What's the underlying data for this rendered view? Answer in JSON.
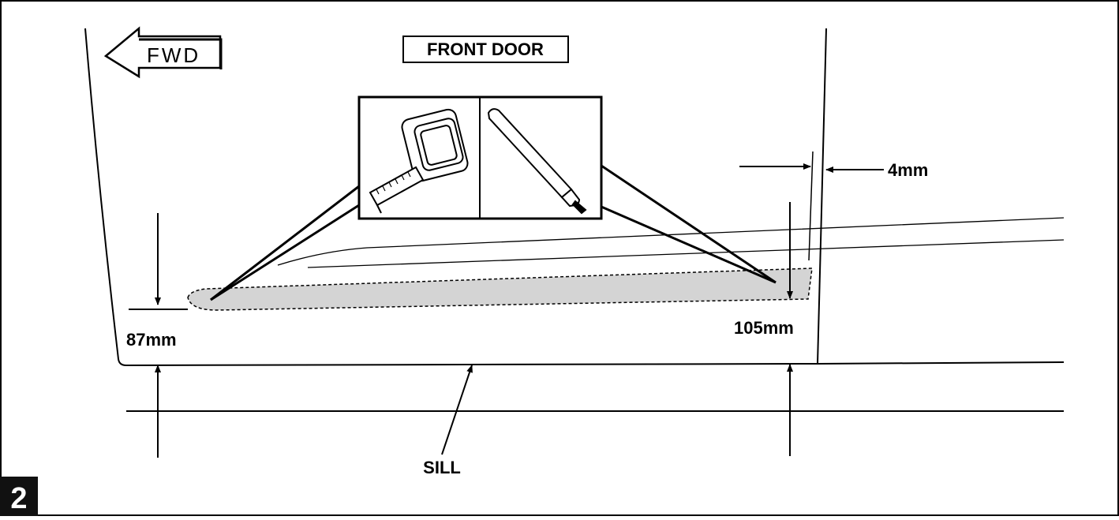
{
  "step_number": "2",
  "direction_label": "FWD",
  "panel_label": "FRONT DOOR",
  "dimensions": {
    "front_offset": "87mm",
    "rear_offset": "105mm",
    "edge_gap": "4mm"
  },
  "sill_label": "SILL",
  "tools": [
    "tape-measure",
    "marker-pen"
  ],
  "colors": {
    "line": "#000000",
    "marked_area": "#d4d4d4",
    "step_badge": "#111111"
  }
}
